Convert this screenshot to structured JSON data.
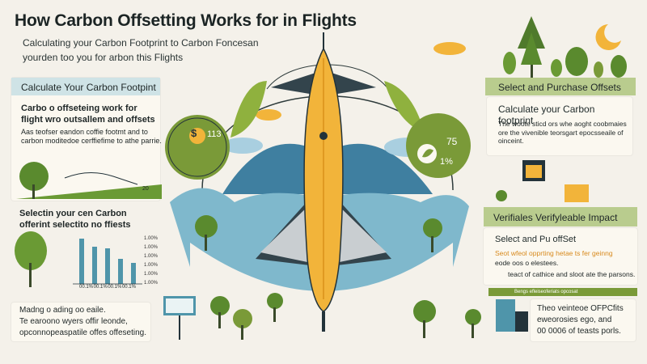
{
  "header": {
    "title": "How Carbon Offsetting Works for in Flights",
    "sub1": "Calculating your Carbon Footprint to Carbon Foncesan",
    "sub2": "yourden too you for arbon this Flights"
  },
  "left": {
    "band_title": "Calculate Your Carbon Footpint",
    "heading": "Carbo o offseteing work for flight wro outsallem and offsets",
    "body": "Aas teofser eandon coffie footmt and to carbon moditedoe cerffiefime to athe parrie.",
    "chart_label": "20",
    "section2_title": "Selectin your cen Carbon offerint selectito no ffiests",
    "bar_labels": [
      "00.1%",
      "00.1%",
      "00.1%",
      "00.1%",
      "00.1%"
    ],
    "bar_axis": [
      "1.00%",
      "1.00%",
      "1.00%",
      "1.00%",
      "1.00%",
      "1.00%"
    ],
    "bottom_line1": "Madng o ading oo eaile.",
    "bottom_line2": "Te earoono wyers offir leonde,",
    "bottom_line3": "opconnopeaspatile offes offeseting."
  },
  "center": {
    "coin_text": "113",
    "coin_symbol": "$",
    "circle_right_text1": "75",
    "circle_right_text2": "1%"
  },
  "right": {
    "band_title": "Select and Purchase Offsets",
    "card_title": "Calculate your Carbon footprint",
    "card_body": "The woote sticd ors whe aoght coobmaies ore the vivenible teorsgart epocsseaile of oinceint.",
    "band2_title": "Verifiales Verifyleable Impact",
    "select_title": "Select and Pu offSet",
    "select_line1": "Seot wfeol opprting hetae ts fer geinng",
    "select_line2": "eode oos o elestees.",
    "select_line3": "teact of cathice and sloot ate the parsons.",
    "strip_text": "Bengs efleiseoferiats opcosat",
    "bottom_line1": "Theo veinteoe OFPCfits",
    "bottom_line2": "eweorosies ego, and",
    "bottom_line3": "00 0006 of teasts porls."
  },
  "colors": {
    "olive": "#7a9a38",
    "yellow": "#f2b43a",
    "teal": "#4f95aa",
    "dark": "#23333a",
    "cream": "#fbf8f0"
  }
}
